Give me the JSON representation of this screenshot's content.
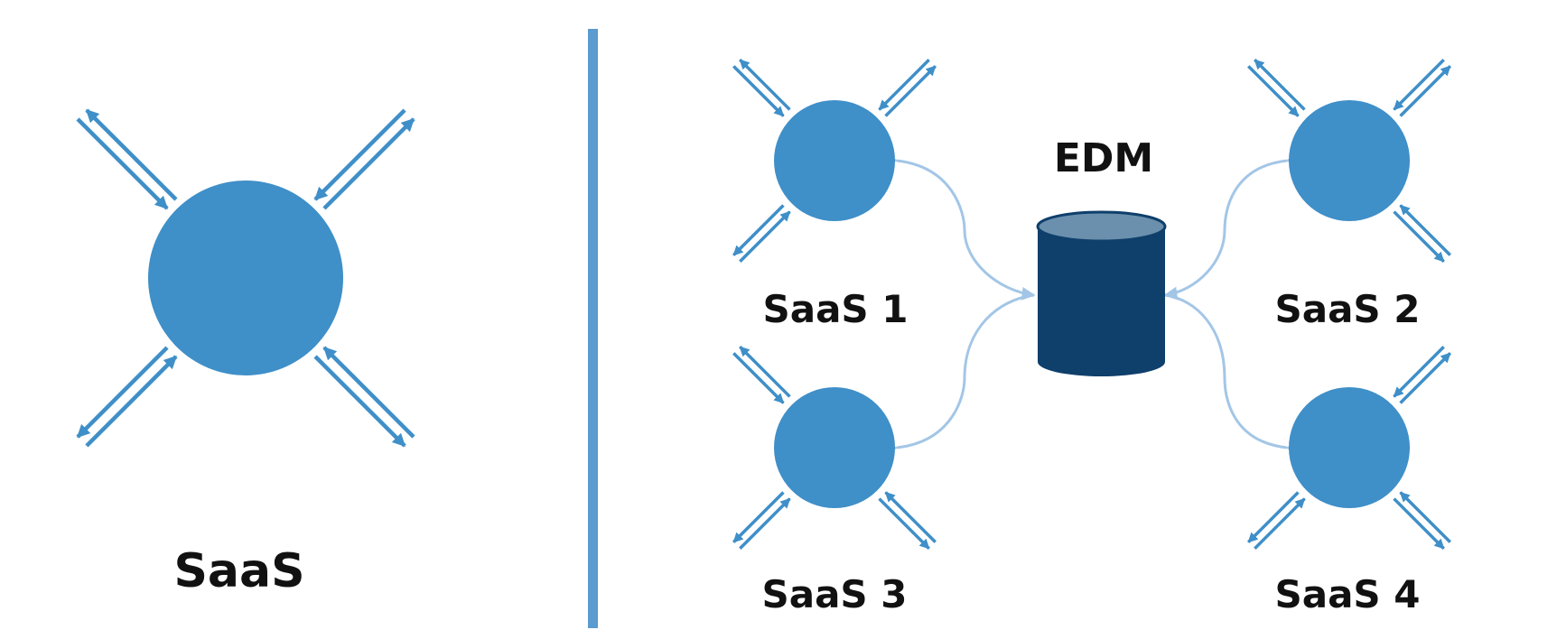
{
  "left_panel": {
    "label": "SaaS"
  },
  "right_panel": {
    "database_label": "EDM",
    "nodes": [
      {
        "label": "SaaS 1"
      },
      {
        "label": "SaaS 2"
      },
      {
        "label": "SaaS 3"
      },
      {
        "label": "SaaS 4"
      }
    ]
  },
  "colors": {
    "node": "#3f8fc8",
    "arrow": "#3f8fc8",
    "connector": "#a3c6e6",
    "divider": "#5b9bcf",
    "db_body": "#0f3f6b",
    "db_top": "#6a90ad"
  }
}
